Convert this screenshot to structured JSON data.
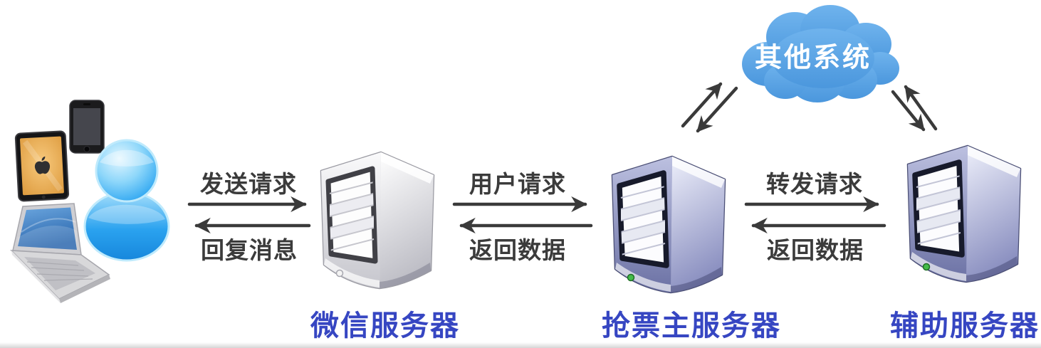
{
  "nodes": {
    "clients": {
      "icons": [
        "tablet-icon",
        "phone-icon",
        "laptop-icon",
        "user-icon"
      ]
    },
    "wechat_server": {
      "label": "微信服务器"
    },
    "main_server": {
      "label": "抢票主服务器"
    },
    "aux_server": {
      "label": "辅助服务器"
    },
    "other_systems": {
      "label": "其他系统"
    }
  },
  "links": [
    {
      "from": "clients",
      "to": "wechat_server",
      "forward": "发送请求",
      "back": "回复消息"
    },
    {
      "from": "wechat_server",
      "to": "main_server",
      "forward": "用户请求",
      "back": "返回数据"
    },
    {
      "from": "main_server",
      "to": "aux_server",
      "forward": "转发请求",
      "back": "返回数据"
    },
    {
      "from": "main_server",
      "to": "other_systems",
      "type": "bidirectional"
    },
    {
      "from": "aux_server",
      "to": "other_systems",
      "type": "bidirectional"
    }
  ],
  "colors": {
    "server_label_blue": "#3646c2",
    "arrow_gray": "#3a3a3a",
    "cloud_blue": "#55a1e2",
    "cloud_text": "#ffffff",
    "person_blue": "#2ba0ee",
    "server_tint_purple": "#8e93c2",
    "server_tint_white": "#e9e9ee",
    "background": "#ffffff"
  }
}
